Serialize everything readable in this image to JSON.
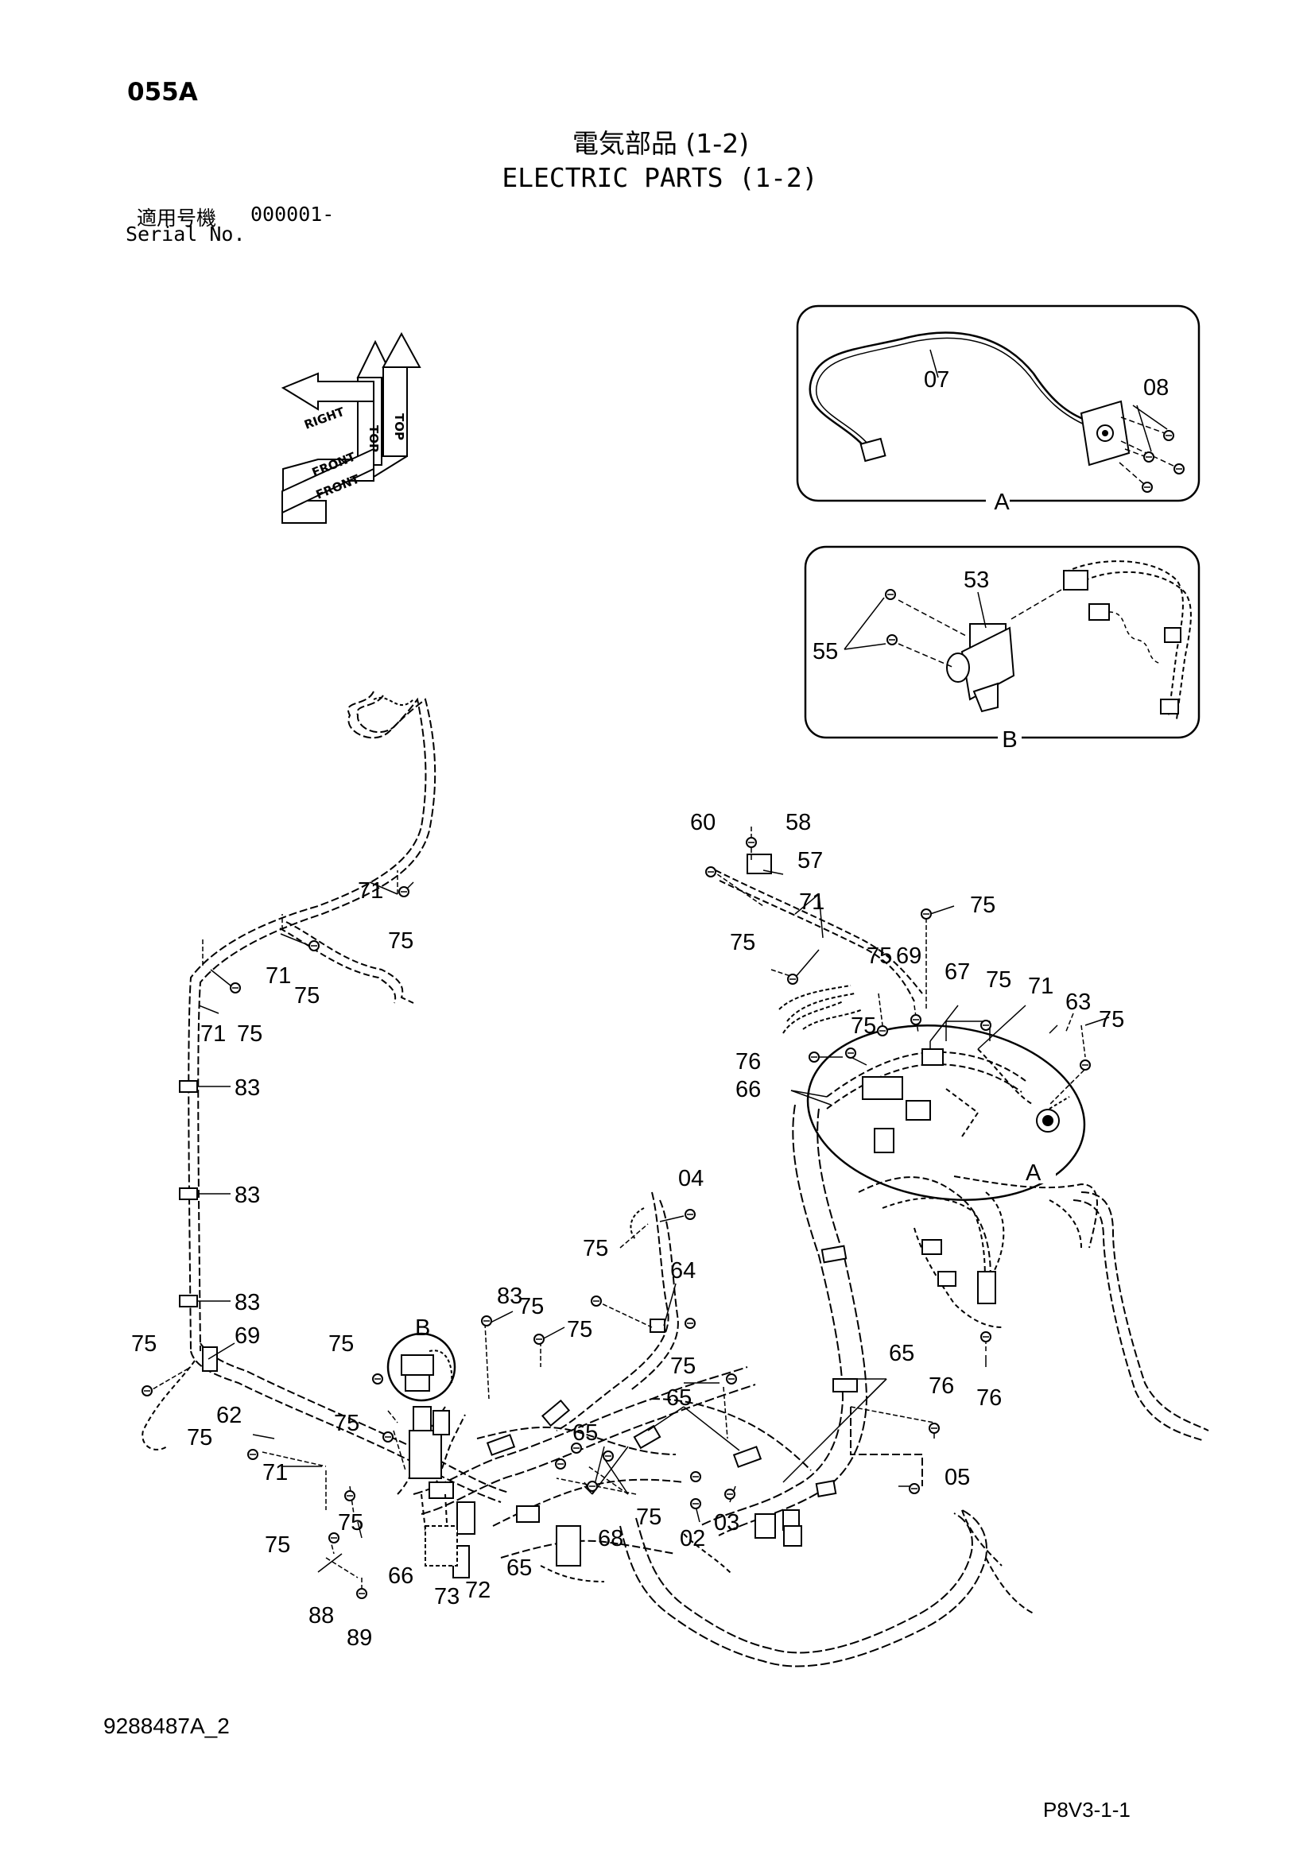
{
  "header": {
    "page_code": "055A",
    "title_jp": "電気部品 (1-2)",
    "title_en": "ELECTRIC PARTS (1-2)",
    "serial_label_jp": "適用号機",
    "serial_value": "000001-",
    "serial_label_en": "Serial No."
  },
  "orientation": {
    "top": "TOP",
    "right": "RIGHT",
    "front": "FRONT"
  },
  "insets": {
    "a": {
      "tag": "A",
      "callouts": [
        "07",
        "08"
      ]
    },
    "b": {
      "tag": "B",
      "callouts": [
        "53",
        "55"
      ]
    }
  },
  "main_callouts": {
    "c60": "60",
    "c58": "58",
    "c57": "57",
    "c71": "71",
    "c75": "75",
    "c69": "69",
    "c67": "67",
    "c63": "63",
    "c76": "76",
    "c66": "66",
    "c04": "04",
    "c64": "64",
    "c65": "65",
    "c83": "83",
    "c62": "62",
    "c68": "68",
    "c02": "02",
    "c03": "03",
    "c05": "05",
    "c72": "72",
    "c73": "73",
    "c88": "88",
    "c89": "89",
    "tagA": "A",
    "tagB": "B"
  },
  "footer": {
    "drawing_number": "9288487A_2",
    "page_ref": "P8V3-1-1"
  }
}
